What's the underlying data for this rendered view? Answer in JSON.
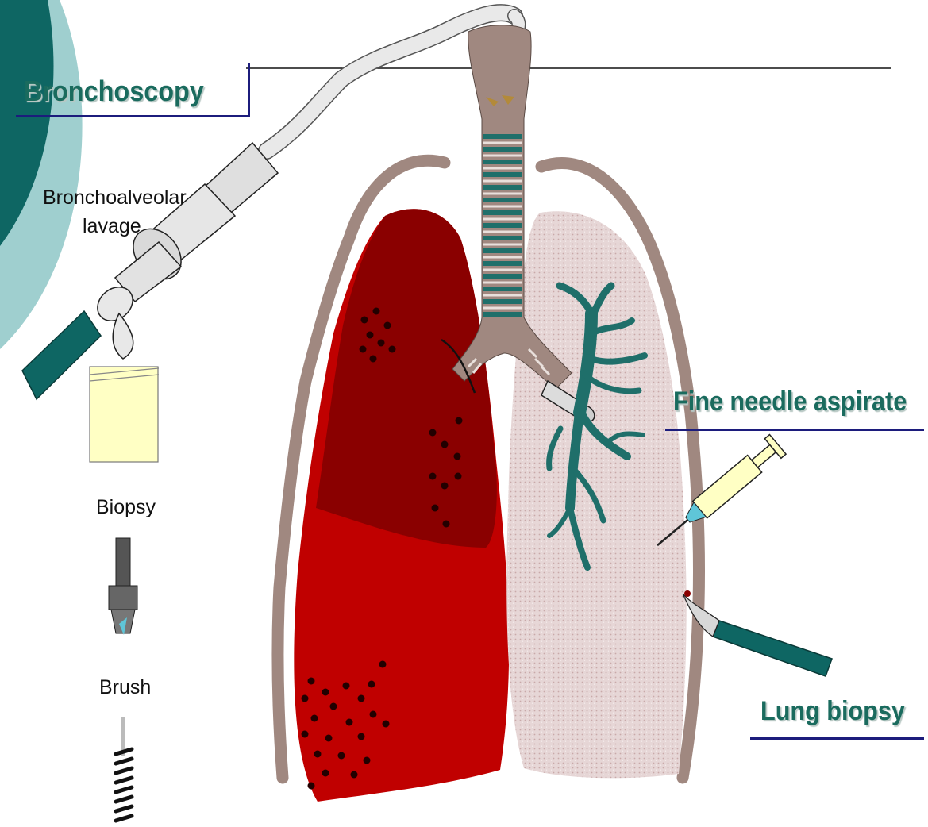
{
  "headings": {
    "bronchoscopy": "Bronchoscopy",
    "fine_needle_aspirate": "Fine needle aspirate",
    "lung_biopsy": "Lung biopsy"
  },
  "labels": {
    "bronchoalveolar_line1": "Bronchoalveolar",
    "bronchoalveolar_line2": "lavage",
    "biopsy": "Biopsy",
    "brush": "Brush"
  },
  "colors": {
    "heading_text": "#1a6b5e",
    "underline": "#1c1c7c",
    "dark_teal": "#0e6663",
    "light_teal": "#9fcfcf",
    "ribs": "#a08880",
    "lung_dark_red": "#8a0000",
    "lung_red": "#c00000",
    "lung_healthy": "#e6d6d6",
    "bronchial_tree": "#1f6f6a",
    "specimen_jar": "#ffffc4"
  }
}
